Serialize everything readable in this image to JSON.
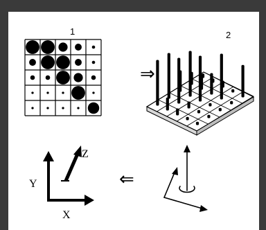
{
  "labels": {
    "panel_1": "1",
    "panel_2": "2",
    "axis_y": "Y",
    "axis_x": "X",
    "axis_z": "Z",
    "arrow_right": "⇒",
    "arrow_left": "⇐"
  },
  "grid": {
    "rows": 5,
    "cols": 5,
    "dots": [
      [
        3,
        3,
        2,
        1.5,
        0.7
      ],
      [
        1.5,
        3,
        3,
        1.5,
        0.7
      ],
      [
        1,
        1,
        3,
        2,
        1
      ],
      [
        0.5,
        0.5,
        0.5,
        3,
        0.5
      ],
      [
        0.5,
        0.5,
        0.5,
        0.5,
        2.5
      ]
    ]
  }
}
